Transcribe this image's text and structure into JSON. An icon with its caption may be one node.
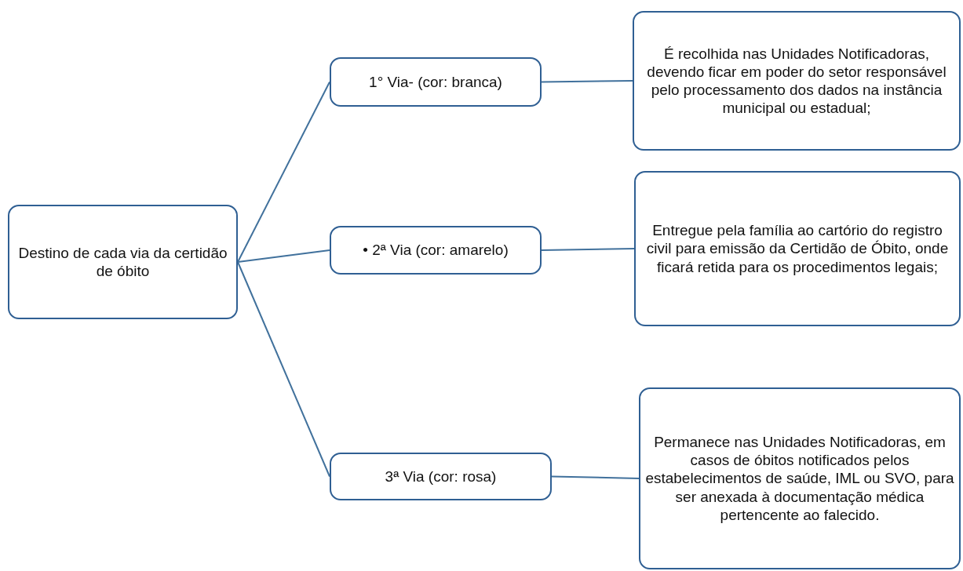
{
  "diagram": {
    "nodes": [
      {
        "text": [
          "Destino de cada via da certidão de óbito"
        ]
      },
      {
        "text": [
          "1° Via- (cor: branca)"
        ]
      },
      {
        "text": [
          "• 2ª Via (cor: amarelo)"
        ]
      },
      {
        "text": [
          "3ª Via (cor: rosa)"
        ]
      },
      {
        "text": [
          "É recolhida nas Unidades Notificadoras, devendo ficar em poder do setor responsável pelo processamento dos dados na instância municipal ou estadual;"
        ]
      },
      {
        "text": [
          "Entregue pela família ao cartório do registro civil para emissão da Certidão de Óbito, onde ficará retida para os procedimentos legais;"
        ]
      },
      {
        "text": [
          "Permanece nas Unidades Notificadoras, em casos de óbitos notificados pelos estabelecimentos de saúde, IML ou SVO, para ser anexada à documentação médica pertencente ao falecido."
        ]
      }
    ],
    "edges": [
      {
        "from": 0,
        "to": 1,
        "arrow": "none"
      },
      {
        "from": 0,
        "to": 2,
        "arrow": "none"
      },
      {
        "from": 0,
        "to": 3,
        "arrow": "none"
      },
      {
        "from": 1,
        "to": 4,
        "arrow": "none"
      },
      {
        "from": 2,
        "to": 5,
        "arrow": "none"
      },
      {
        "from": 3,
        "to": 6,
        "arrow": "none"
      }
    ]
  }
}
